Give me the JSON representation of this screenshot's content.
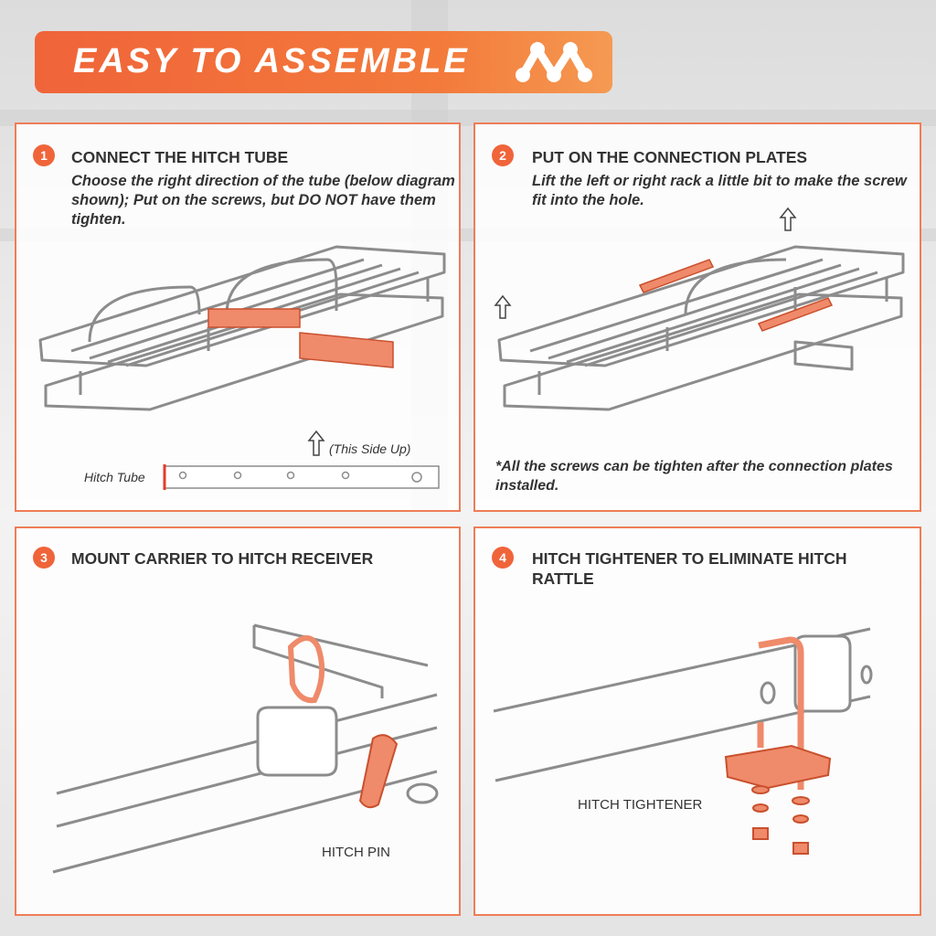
{
  "banner": {
    "title": "EASY TO ASSEMBLE"
  },
  "steps": [
    {
      "number": "1",
      "title": "CONNECT THE HITCH TUBE",
      "description": "Choose the right direction of the tube (below diagram shown); Put on the screws, but DO NOT have them tighten.",
      "labels": {
        "tube": "Hitch Tube",
        "side_up": "(This Side Up)"
      }
    },
    {
      "number": "2",
      "title": "PUT ON THE CONNECTION PLATES",
      "description": "Lift the left or right rack a little bit to make the screw fit into the hole.",
      "note": "*All the screws can be tighten after the connection plates installed."
    },
    {
      "number": "3",
      "title": "MOUNT CARRIER TO HITCH RECEIVER",
      "labels": {
        "pin": "HITCH PIN"
      }
    },
    {
      "number": "4",
      "title": "HITCH TIGHTENER TO ELIMINATE HITCH RATTLE",
      "labels": {
        "tightener": "HITCH TIGHTENER"
      }
    }
  ],
  "colors": {
    "accent": "#f0643a",
    "panel_border": "#ef7d57",
    "part_highlight": "#ef8a6a"
  },
  "icons": [
    "steps-logo-icon",
    "arrow-up-icon"
  ]
}
